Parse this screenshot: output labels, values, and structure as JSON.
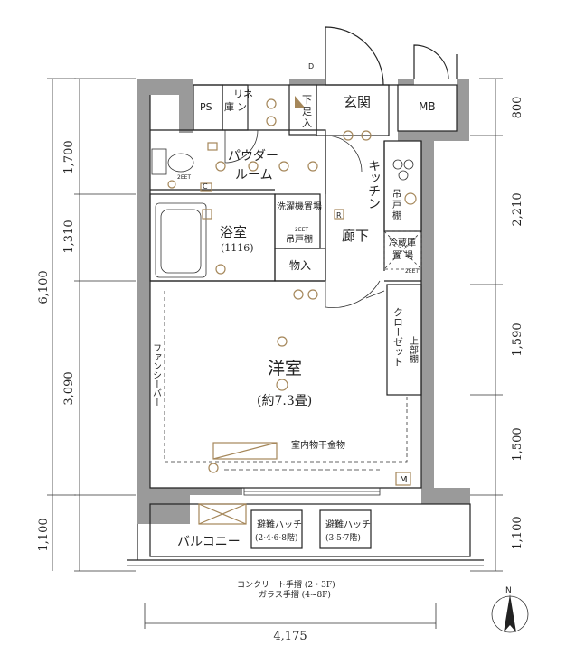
{
  "rooms": {
    "genkan": "玄関",
    "mb": "MB",
    "ps": "PS",
    "linen_1": "リネ",
    "linen_2": "ン",
    "linen_3": "庫",
    "shoes_1": "下",
    "shoes_2": "足",
    "shoes_3": "入",
    "powder_1": "パウダー",
    "powder_2": "ルーム",
    "kitchen": "キッチン",
    "bath": "浴室",
    "bath_size": "(1116)",
    "washer": "洗濯機置場",
    "shelf_bath": "吊戸棚",
    "shelf_kitchen_1": "吊",
    "shelf_kitchen_2": "戸",
    "shelf_kitchen_3": "棚",
    "hall": "廊下",
    "fridge_1": "冷蔵庫",
    "fridge_2": "置 場",
    "storage": "物入",
    "closet": "クローゼット",
    "upper_shelf": "上部棚",
    "western": "洋室",
    "western_size": "(約7.3畳)",
    "fan": "ファンシーバー",
    "hanger": "室内物干金物",
    "balcony": "バルコニー",
    "hatch1_1": "避難ハッチ",
    "hatch1_2": "(2·4·6·8階)",
    "hatch2_1": "避難ハッチ",
    "hatch2_2": "(3·5·7階)",
    "railing_1": "コンクリート手摺 (2・3F)",
    "railing_2": "ガラス手摺 (4~8F)",
    "eet_1": "2EET",
    "eet_2": "2EET",
    "eet_3": "2EET",
    "m_mark": "M",
    "c_mark": "C",
    "d_mark": "D",
    "r_mark": "R",
    "north": "N"
  },
  "dimensions": {
    "left": [
      "1,700",
      "1,310",
      "3,090",
      "1,100"
    ],
    "left_total": "6,100",
    "right": [
      "800",
      "2,210",
      "1,590",
      "1,500",
      "1,100"
    ],
    "bottom": "4,175"
  }
}
